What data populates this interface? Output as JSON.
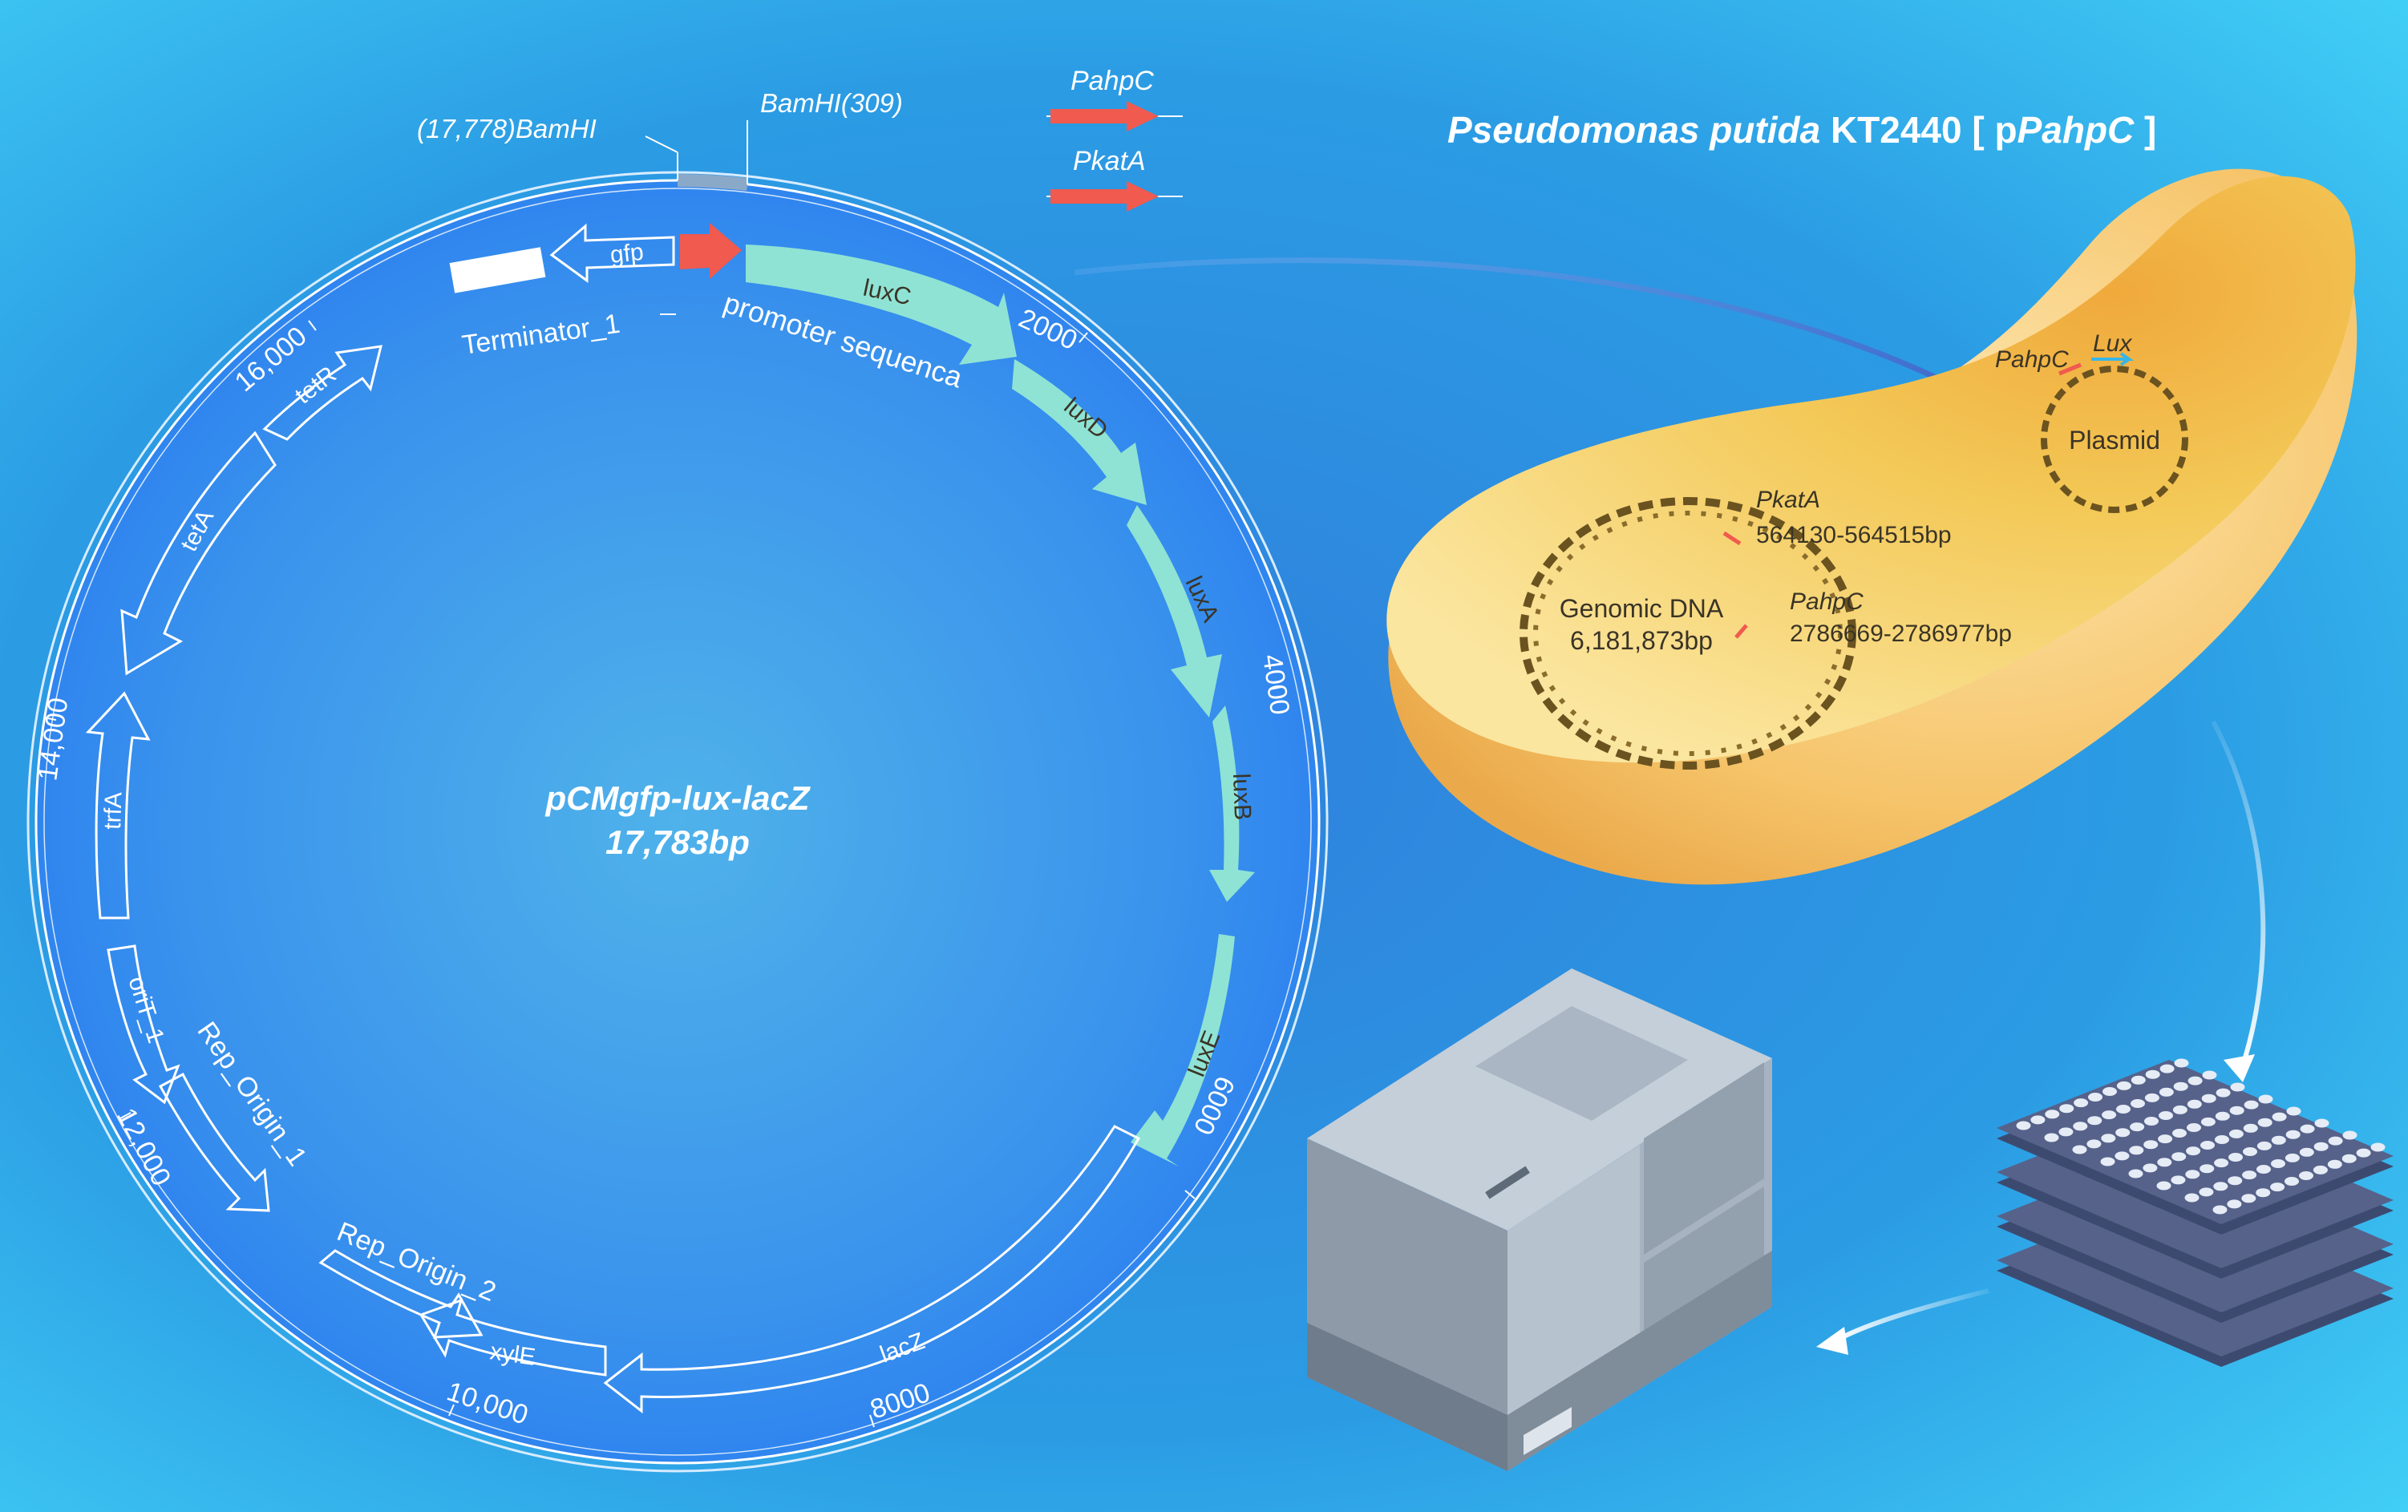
{
  "plasmid": {
    "name": "pCMgfp-lux-lacZ",
    "size": "17,783bp",
    "restriction_sites": [
      "(17,778)BamHI",
      "BamHI(309)"
    ],
    "scale_labels": [
      "2000",
      "4000",
      "6000",
      "8000",
      "10,000",
      "12,000",
      "14,000",
      "16,000"
    ],
    "features": {
      "gfp": "gfp",
      "terminator": "Terminator_1",
      "promoter": "promoter sequenca",
      "luxC": "luxC",
      "luxD": "luxD",
      "luxA": "luxA",
      "luxB": "luxB",
      "luxE": "luxE",
      "lacZ": "lacZ",
      "xylE": "xylE",
      "rep_origin_2": "Rep_Origin_2",
      "rep_origin_1": "Rep_Origin_1",
      "oriT": "oriT_1",
      "trfA": "trfA",
      "tetA": "tetA",
      "tetR": "tetR"
    }
  },
  "legend": {
    "promoter_1": "PahpC",
    "promoter_2": "PkatA"
  },
  "cell": {
    "title_italic": "Pseudomonas putida",
    "title_strain": " KT2440 [ p",
    "title_promoter": "PahpC",
    "title_end": " ]",
    "genomic_dna_label": "Genomic DNA",
    "genomic_dna_size": "6,181,873bp",
    "pkatA_label": "PkatA",
    "pkatA_range": "564130-564515bp",
    "pahpC_label": "PahpC",
    "pahpC_range": "2786669-2786977bp",
    "plasmid_label": "Plasmid",
    "plasmid_promoter": "PahpC",
    "plasmid_lux": "Lux"
  },
  "colors": {
    "background_center": "#3a8fe0",
    "plasmid_ring": "#2f86f0",
    "gene_fill": "#8fe3d4",
    "promoter_red": "#f05a4f",
    "cell_yellow": "#f3c85a"
  }
}
